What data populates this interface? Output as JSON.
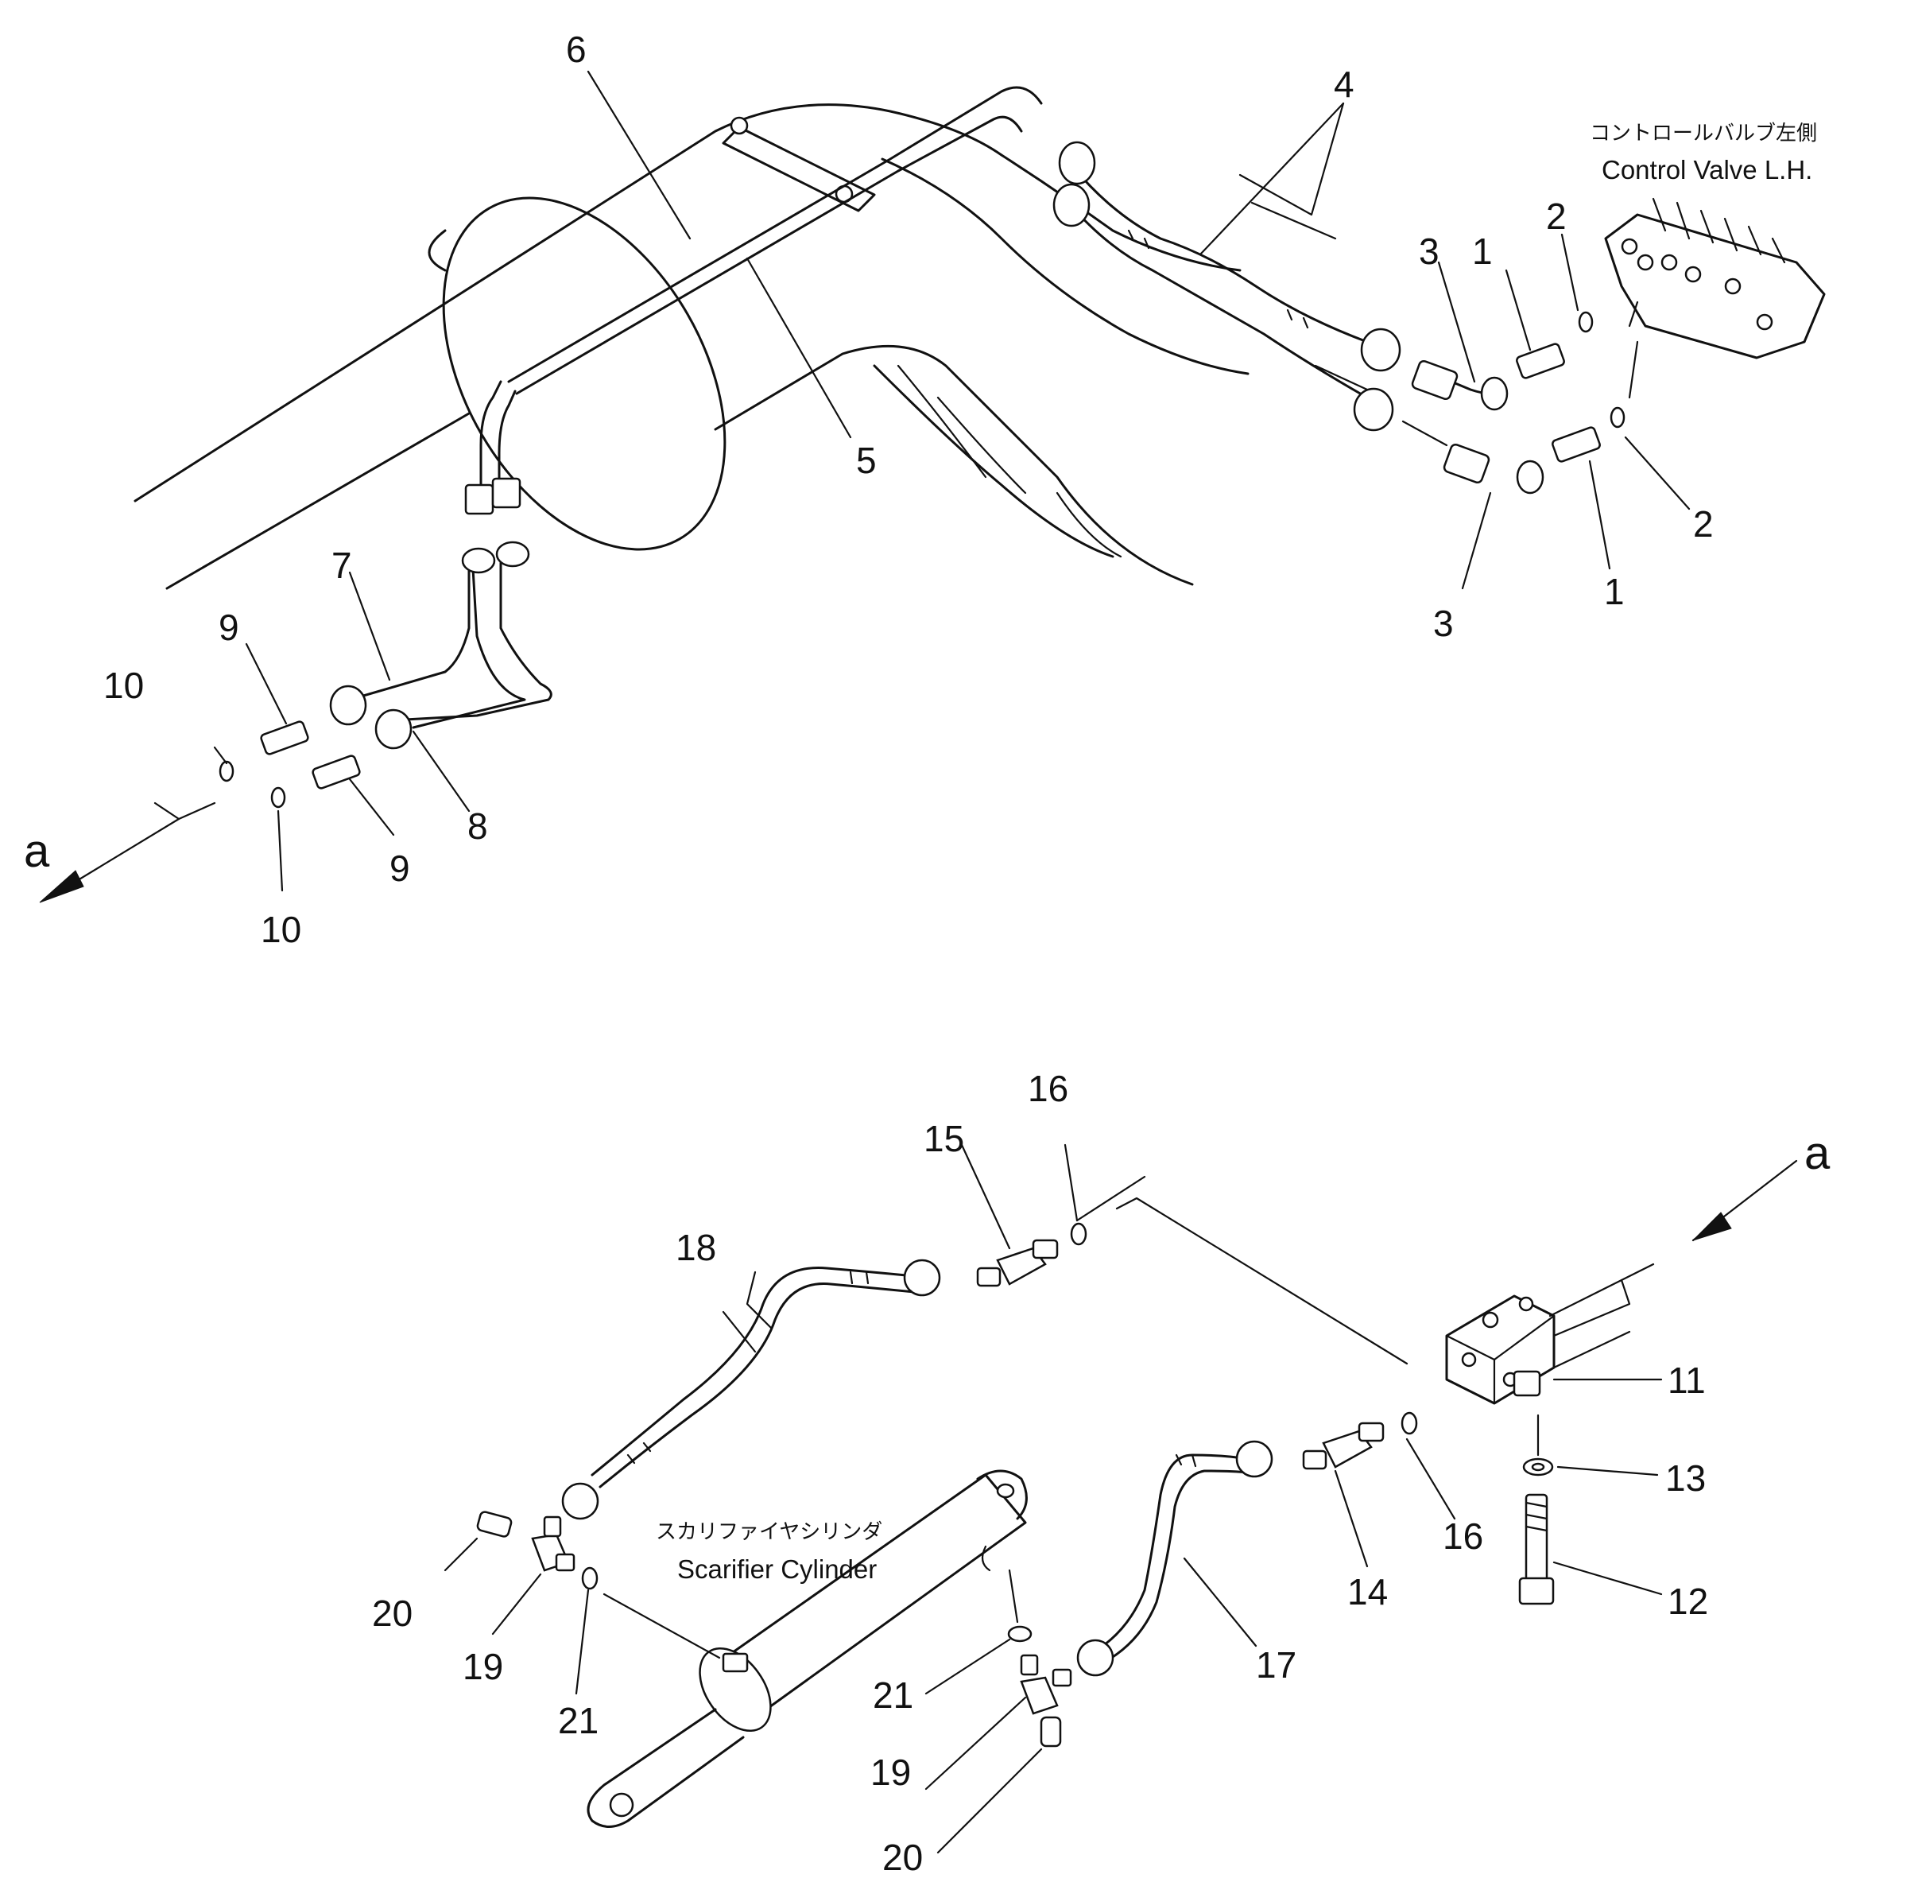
{
  "labels": {
    "control_valve_jp": "コントロールバルブ左側",
    "control_valve_en": "Control Valve L.H.",
    "cylinder_jp": "スカリファイヤシリンダ",
    "cylinder_en": "Scarifier Cylinder",
    "arrow_top": "a",
    "arrow_bottom": "a"
  },
  "callouts": {
    "c1a": "1",
    "c1b": "1",
    "c2a": "2",
    "c2b": "2",
    "c3a": "3",
    "c3b": "3",
    "c4": "4",
    "c5": "5",
    "c6": "6",
    "c7": "7",
    "c8": "8",
    "c9a": "9",
    "c9b": "9",
    "c10a": "10",
    "c10b": "10",
    "c11": "11",
    "c12": "12",
    "c13": "13",
    "c14": "14",
    "c15": "15",
    "c16a": "16",
    "c16b": "16",
    "c17": "17",
    "c18": "18",
    "c19a": "19",
    "c19b": "19",
    "c20a": "20",
    "c20b": "20",
    "c21a": "21",
    "c21b": "21"
  }
}
